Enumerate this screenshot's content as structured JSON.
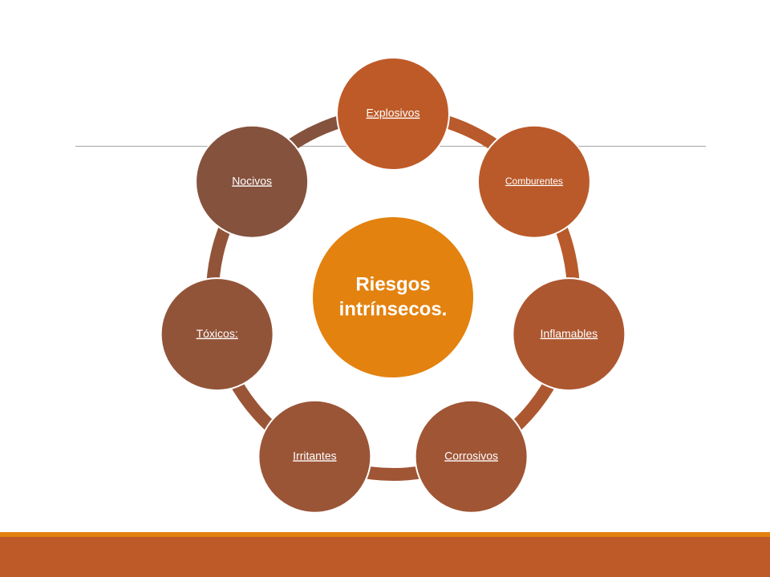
{
  "center": {
    "line1": "Riesgos",
    "line2": "intrínsecos.",
    "color": "#e3820f"
  },
  "nodes": [
    {
      "id": "explosivos",
      "label": "Explosivos",
      "color": "#be5a28"
    },
    {
      "id": "comburentes",
      "label": "Comburentes",
      "color": "#ba5a2a"
    },
    {
      "id": "inflamables",
      "label": "Inflamables",
      "color": "#ad5730"
    },
    {
      "id": "corrosivos",
      "label": "Corrosivos",
      "color": "#a05535"
    },
    {
      "id": "irritantes",
      "label": "Irritantes",
      "color": "#9a5537"
    },
    {
      "id": "toxicos",
      "label": "Tóxicos:",
      "color": "#925439"
    },
    {
      "id": "nocivos",
      "label": "Nocivos",
      "color": "#85523d"
    }
  ],
  "colors": {
    "ring": "#ad5730",
    "footer_top": "#e3820f",
    "footer_bottom": "#be5a28",
    "separator": "#a6a6a6"
  }
}
